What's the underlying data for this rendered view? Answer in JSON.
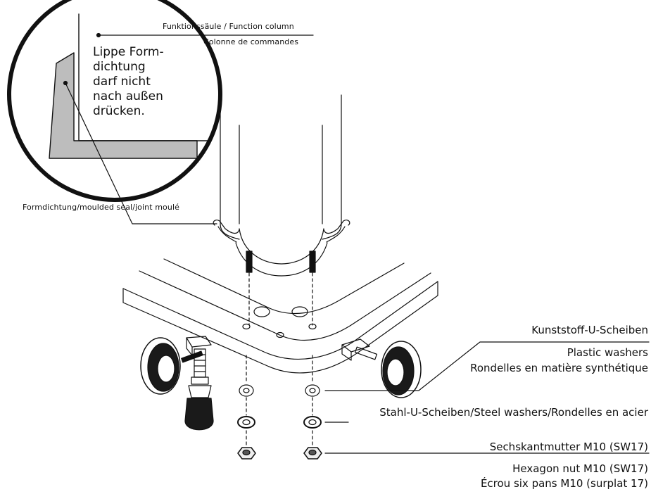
{
  "callouts": {
    "function_column_de_en": "Funktionssäule / Function column",
    "function_column_fr": "Colonne de commandes",
    "seal_note_lines": [
      "Lippe Form-",
      "dichtung",
      "darf nicht",
      "nach außen",
      "drücken."
    ],
    "moulded_seal": "Formdichtung/moulded seal/joint moulé",
    "plastic_washers_de": "Kunststoff-U-Scheiben",
    "plastic_washers_en": "Plastic washers",
    "plastic_washers_fr": "Rondelles en matière synthétique",
    "steel_washers": "Stahl-U-Scheiben/Steel washers/Rondelles en acier",
    "hex_nut_de": "Sechskantmutter M10 (SW17)",
    "hex_nut_en": "Hexagon nut M10 (SW17)",
    "hex_nut_fr": "Écrou six pans M10 (surplat 17)"
  },
  "colors": {
    "line": "#111111",
    "seal_fill": "#bdbdbd",
    "rubber": "#1a1a1a"
  }
}
